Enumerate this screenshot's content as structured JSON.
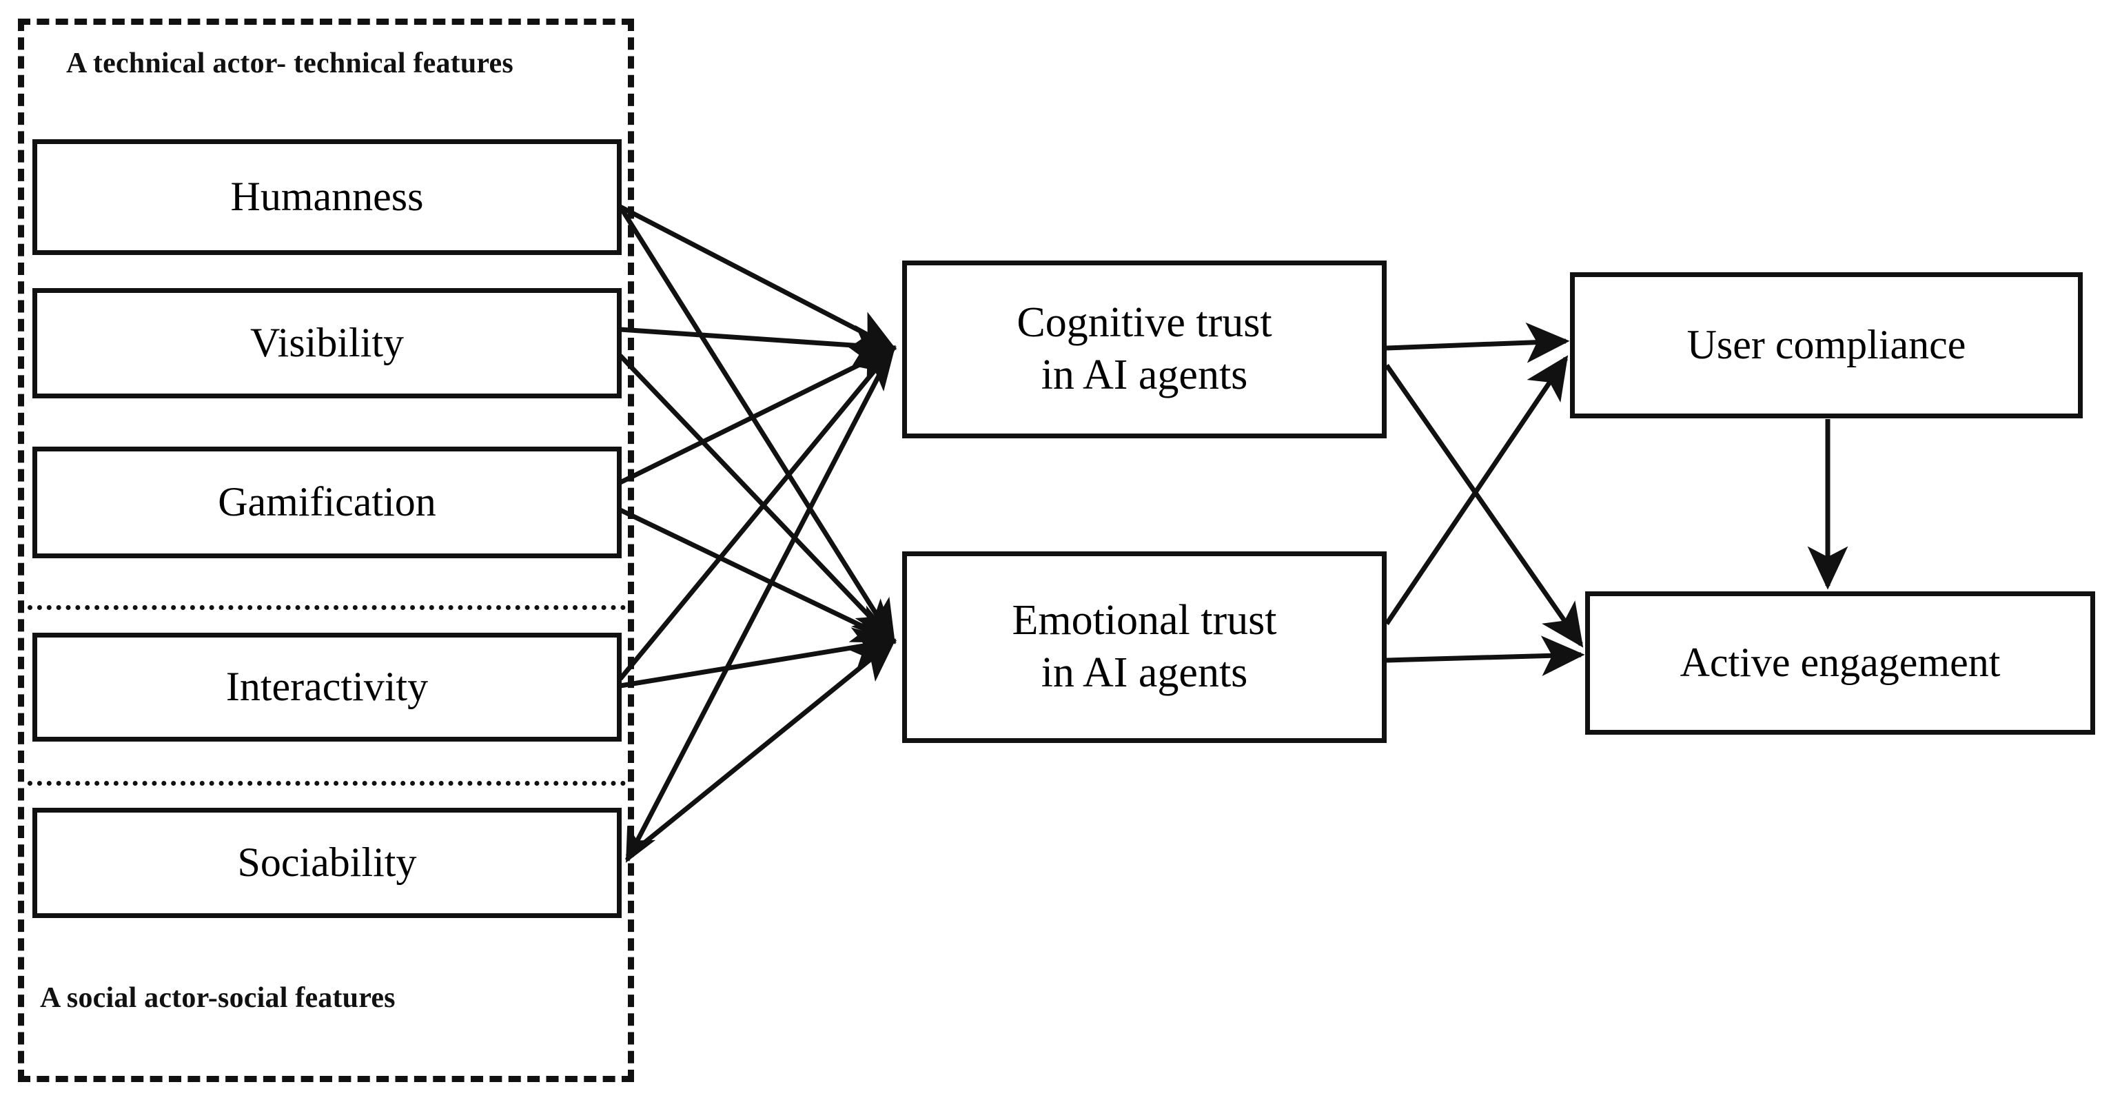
{
  "diagram": {
    "type": "research-model",
    "group": {
      "top_label": "A technical actor- technical features",
      "bottom_label": "A social actor-social features"
    },
    "features": [
      {
        "id": "humanness",
        "label": "Humanness"
      },
      {
        "id": "visibility",
        "label": "Visibility"
      },
      {
        "id": "gamification",
        "label": "Gamification"
      },
      {
        "id": "interactivity",
        "label": "Interactivity"
      },
      {
        "id": "sociability",
        "label": "Sociability"
      }
    ],
    "mediators": [
      {
        "id": "cognitive-trust",
        "line1": "Cognitive trust",
        "line2": "in AI agents"
      },
      {
        "id": "emotional-trust",
        "line1": "Emotional trust",
        "line2": "in AI agents"
      }
    ],
    "outcomes": [
      {
        "id": "user-compliance",
        "label": "User compliance"
      },
      {
        "id": "active-engagement",
        "label": "Active engagement"
      }
    ],
    "relations": [
      {
        "from": "humanness",
        "to": "cognitive-trust"
      },
      {
        "from": "humanness",
        "to": "emotional-trust"
      },
      {
        "from": "visibility",
        "to": "cognitive-trust"
      },
      {
        "from": "visibility",
        "to": "emotional-trust"
      },
      {
        "from": "gamification",
        "to": "cognitive-trust"
      },
      {
        "from": "gamification",
        "to": "emotional-trust"
      },
      {
        "from": "interactivity",
        "to": "cognitive-trust"
      },
      {
        "from": "interactivity",
        "to": "emotional-trust"
      },
      {
        "from": "sociability",
        "to": "cognitive-trust"
      },
      {
        "from": "sociability",
        "to": "emotional-trust"
      },
      {
        "from": "cognitive-trust",
        "to": "user-compliance"
      },
      {
        "from": "cognitive-trust",
        "to": "active-engagement"
      },
      {
        "from": "emotional-trust",
        "to": "user-compliance"
      },
      {
        "from": "emotional-trust",
        "to": "active-engagement"
      },
      {
        "from": "user-compliance",
        "to": "active-engagement"
      }
    ],
    "colors": {
      "stroke": "#111111",
      "background": "#ffffff",
      "text": "#000000"
    }
  }
}
